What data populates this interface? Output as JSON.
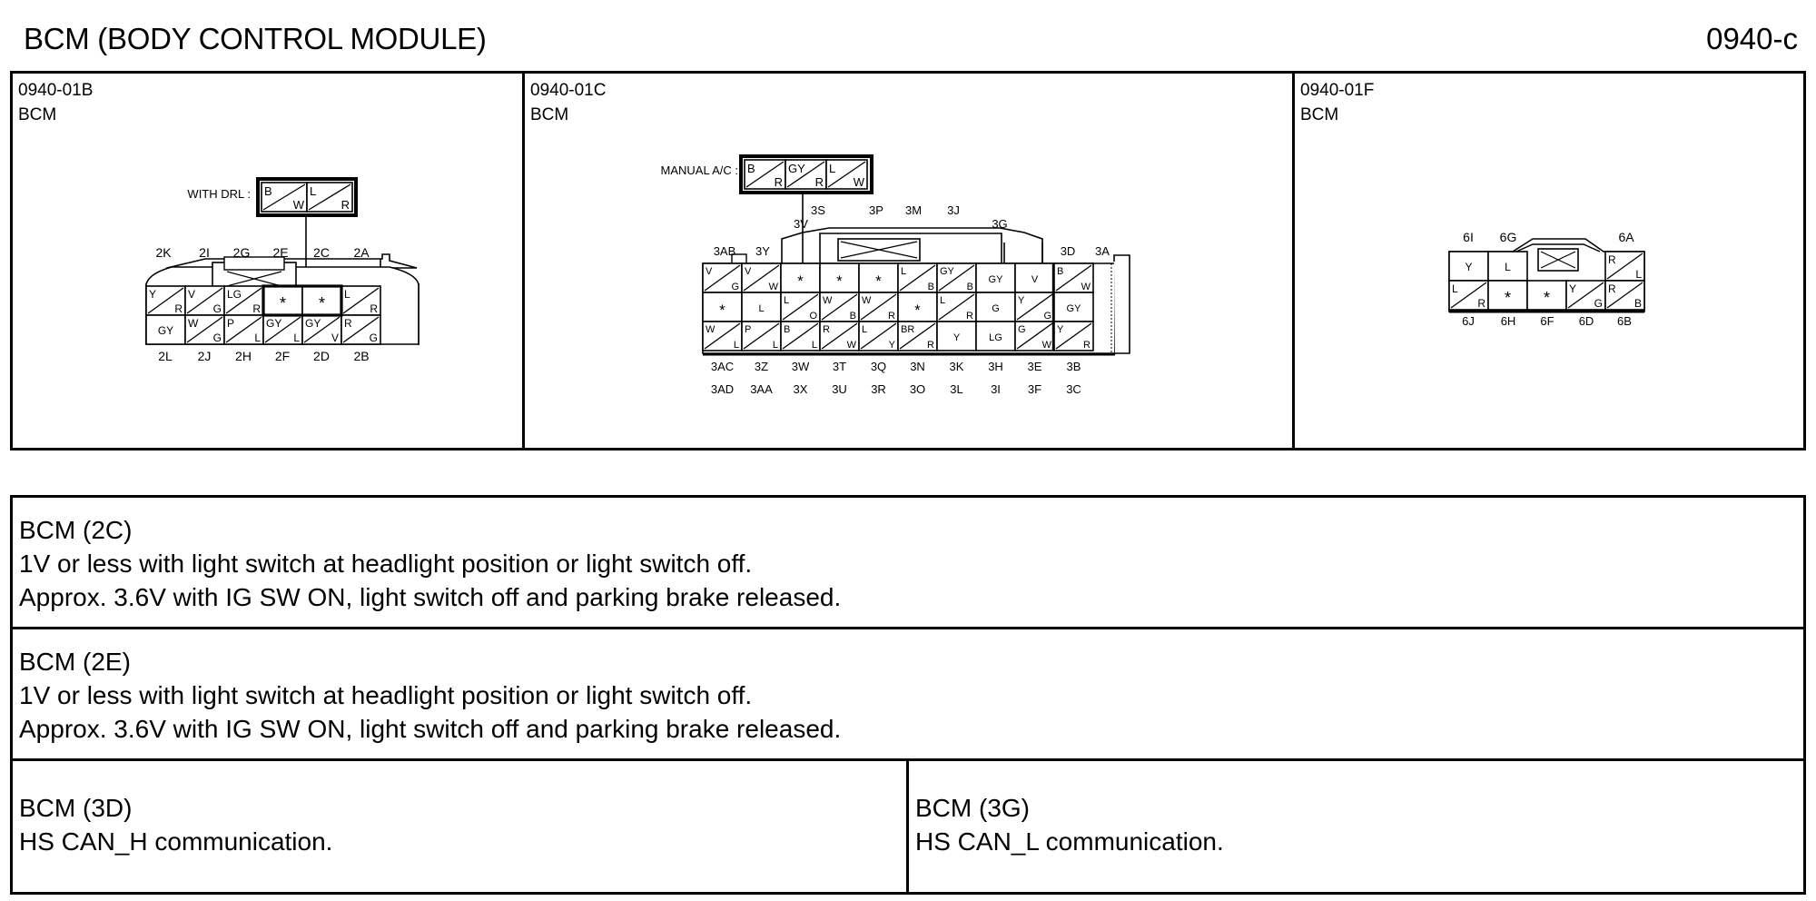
{
  "header": {
    "title": "BCM (BODY CONTROL MODULE)",
    "doc_id": "0940-c"
  },
  "connectors": [
    {
      "code": "0940-01B",
      "name": "BCM",
      "sub_label": "WITH DRL :",
      "sub_pins": [
        {
          "a": "B",
          "b": "W"
        },
        {
          "a": "L",
          "b": "R"
        }
      ],
      "top_labels": [
        "2K",
        "2I",
        "2G",
        "2E",
        "2C",
        "2A"
      ],
      "bottom_labels": [
        "2L",
        "2J",
        "2H",
        "2F",
        "2D",
        "2B"
      ],
      "row1": [
        {
          "a": "Y",
          "b": "R"
        },
        {
          "a": "V",
          "b": "G"
        },
        {
          "a": "LG",
          "b": "R"
        },
        {
          "s": "*"
        },
        {
          "s": "*"
        },
        {
          "a": "L",
          "b": "R"
        }
      ],
      "row2": [
        {
          "s": "GY"
        },
        {
          "a": "W",
          "b": "G"
        },
        {
          "a": "P",
          "b": "L"
        },
        {
          "a": "GY",
          "b": "L"
        },
        {
          "a": "GY",
          "b": "V"
        },
        {
          "a": "R",
          "b": "G"
        }
      ]
    },
    {
      "code": "0940-01C",
      "name": "BCM",
      "sub_label": "MANUAL A/C :",
      "sub_pins": [
        {
          "a": "B",
          "b": "R"
        },
        {
          "a": "GY",
          "b": "R"
        },
        {
          "a": "L",
          "b": "W"
        }
      ],
      "top_labels_upper": [
        "3S",
        "3P",
        "3M",
        "3J"
      ],
      "top_labels_mid": [
        "3V",
        "3G"
      ],
      "top_labels_lower": [
        "3AB",
        "3Y",
        "3D",
        "3A"
      ],
      "row1": [
        {
          "a": "V",
          "b": "G"
        },
        {
          "a": "V",
          "b": "W"
        },
        {
          "s": "*"
        },
        {
          "s": "*"
        },
        {
          "s": "*"
        },
        {
          "a": "L",
          "b": "B"
        },
        {
          "a": "GY",
          "b": "B"
        },
        {
          "s": "GY"
        },
        {
          "s": "V"
        },
        {
          "a": "B",
          "b": "W"
        }
      ],
      "row2": [
        {
          "s": "*"
        },
        {
          "s": "L"
        },
        {
          "a": "L",
          "b": "O"
        },
        {
          "a": "W",
          "b": "B"
        },
        {
          "a": "W",
          "b": "R"
        },
        {
          "s": "*"
        },
        {
          "a": "L",
          "b": "R"
        },
        {
          "s": "G"
        },
        {
          "a": "Y",
          "b": "G"
        },
        {
          "s": "GY"
        }
      ],
      "row3": [
        {
          "a": "W",
          "b": "L"
        },
        {
          "a": "P",
          "b": "L"
        },
        {
          "a": "B",
          "b": "L"
        },
        {
          "a": "R",
          "b": "W"
        },
        {
          "a": "L",
          "b": "Y"
        },
        {
          "a": "BR",
          "b": "R"
        },
        {
          "s": "Y"
        },
        {
          "s": "LG"
        },
        {
          "a": "G",
          "b": "W"
        },
        {
          "a": "Y",
          "b": "R"
        }
      ],
      "bottom_labels_1": [
        "3AC",
        "3Z",
        "3W",
        "3T",
        "3Q",
        "3N",
        "3K",
        "3H",
        "3E",
        "3B"
      ],
      "bottom_labels_2": [
        "3AD",
        "3AA",
        "3X",
        "3U",
        "3R",
        "3O",
        "3L",
        "3I",
        "3F",
        "3C"
      ]
    },
    {
      "code": "0940-01F",
      "name": "BCM",
      "top_labels": [
        "6I",
        "6G",
        "6A"
      ],
      "row1": [
        {
          "s": "Y"
        },
        {
          "s": "L"
        },
        {
          "a": "R",
          "b": "L"
        }
      ],
      "row2": [
        {
          "a": "L",
          "b": "R"
        },
        {
          "s": "*"
        },
        {
          "s": "*"
        },
        {
          "a": "Y",
          "b": "G"
        },
        {
          "a": "R",
          "b": "B"
        }
      ],
      "bottom_labels": [
        "6J",
        "6H",
        "6F",
        "6D",
        "6B"
      ]
    }
  ],
  "notes": [
    {
      "heading": "BCM (2C)",
      "lines": [
        "1V or less with light switch at headlight position or light switch off.",
        "Approx. 3.6V with IG SW ON, light switch off and parking brake released."
      ]
    },
    {
      "heading": "BCM (2E)",
      "lines": [
        "1V or less with light switch at headlight position or light switch off.",
        "Approx. 3.6V with IG SW ON, light switch off and parking brake released."
      ]
    },
    {
      "heading": "BCM (3D)",
      "lines": [
        "HS CAN_H communication."
      ]
    },
    {
      "heading": "BCM (3G)",
      "lines": [
        "HS CAN_L communication."
      ]
    }
  ]
}
